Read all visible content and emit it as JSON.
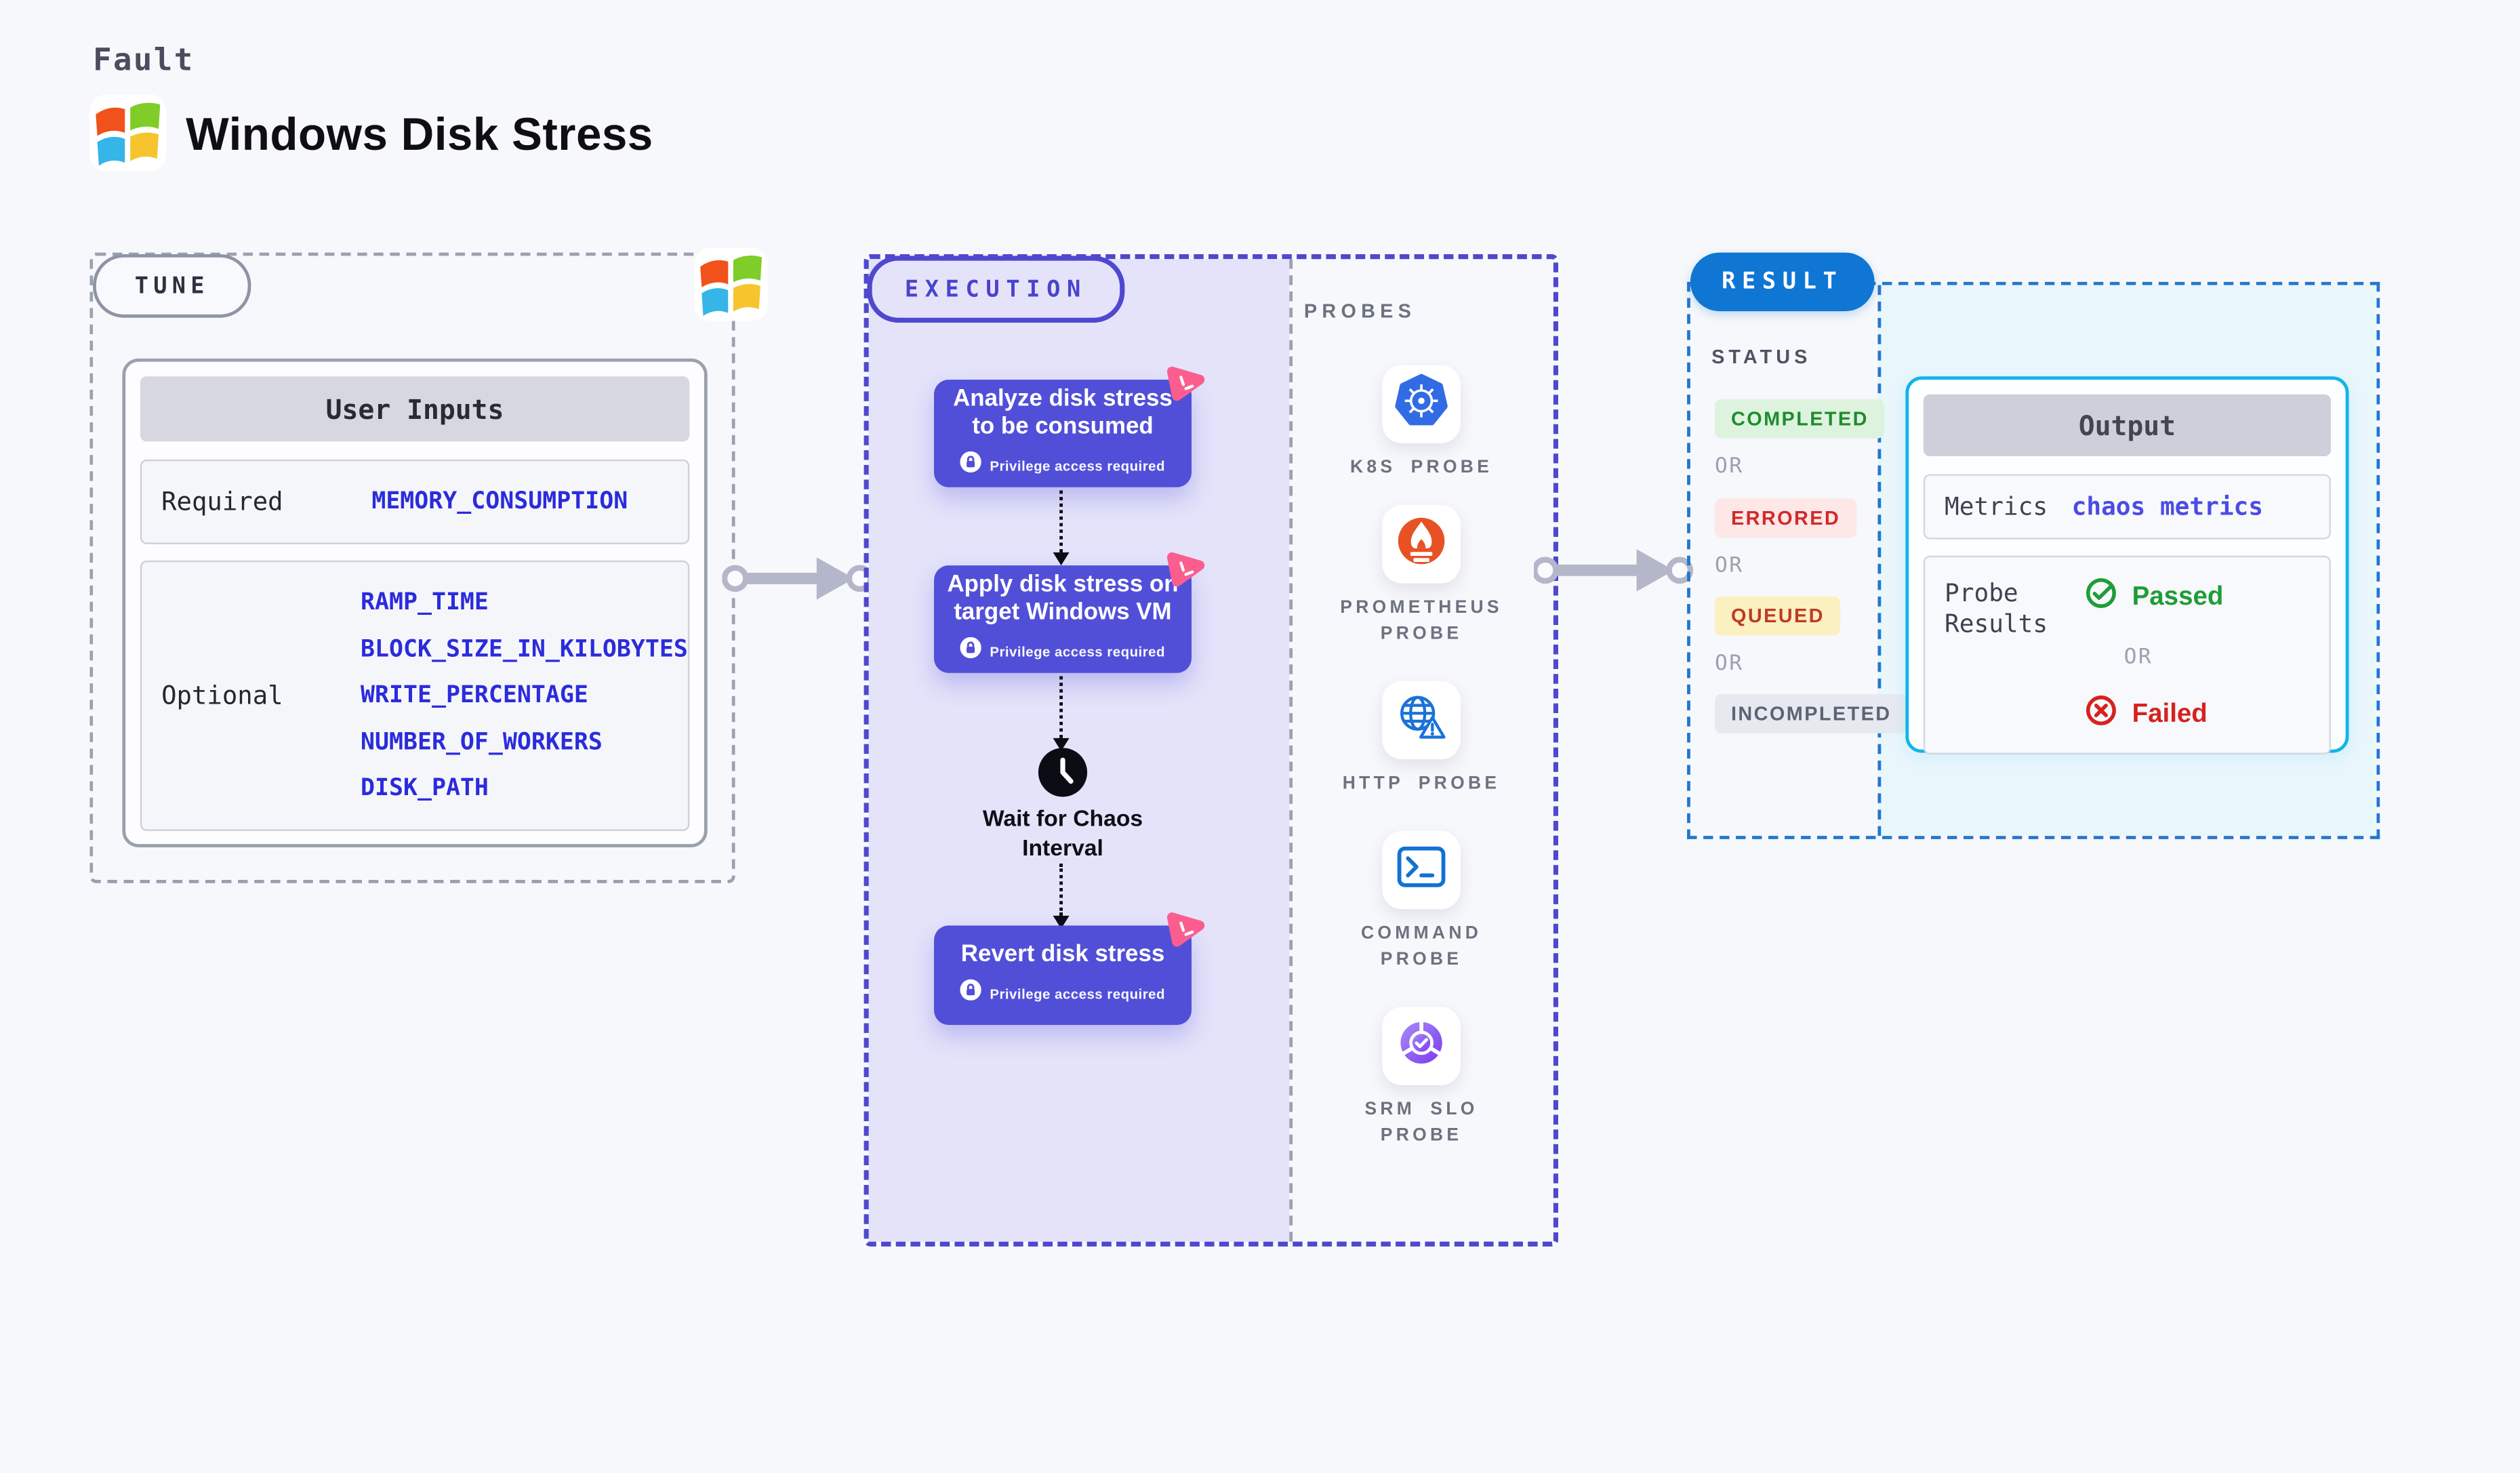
{
  "page": {
    "background": "#f7f8fb"
  },
  "header": {
    "kicker": "Fault",
    "title": "Windows Disk Stress"
  },
  "tune": {
    "pill": "TUNE",
    "table": {
      "header": "User Inputs",
      "required_label": "Required",
      "required_values": [
        "MEMORY_CONSUMPTION"
      ],
      "optional_label": "Optional",
      "optional_values": [
        "RAMP_TIME",
        "BLOCK_SIZE_IN_KILOBYTES",
        "WRITE_PERCENTAGE",
        "NUMBER_OF_WORKERS",
        "DISK_PATH"
      ]
    }
  },
  "execution": {
    "pill": "EXECUTION",
    "privilege_note": "Privilege access required",
    "steps": [
      {
        "title": "Analyze disk stress to be consumed"
      },
      {
        "title": "Apply disk stress on target Windows VM"
      },
      {
        "title": "Revert disk stress"
      }
    ],
    "wait_label": "Wait for Chaos Interval"
  },
  "probes": {
    "title": "PROBES",
    "items": [
      {
        "label": "K8S PROBE",
        "icon": "kubernetes-icon"
      },
      {
        "label": "PROMETHEUS PROBE",
        "icon": "prometheus-icon"
      },
      {
        "label": "HTTP PROBE",
        "icon": "http-globe-icon"
      },
      {
        "label": "COMMAND PROBE",
        "icon": "terminal-icon"
      },
      {
        "label": "SRM SLO PROBE",
        "icon": "slo-gauge-icon"
      }
    ]
  },
  "result": {
    "pill": "RESULT",
    "status_label": "STATUS",
    "separator": "OR",
    "statuses": [
      {
        "label": "COMPLETED",
        "fg": "#1e8c2f",
        "bg": "#def3de"
      },
      {
        "label": "ERRORED",
        "fg": "#d02a2a",
        "bg": "#fde7e7"
      },
      {
        "label": "QUEUED",
        "fg": "#bf3a27",
        "bg": "#fbf0c0"
      },
      {
        "label": "INCOMPLETED",
        "fg": "#5d6374",
        "bg": "#e7e9f0"
      }
    ],
    "output": {
      "header": "Output",
      "metrics_label": "Metrics",
      "metrics_value": "chaos metrics",
      "probe_results_label": "Probe Results",
      "passed": "Passed",
      "failed": "Failed",
      "separator": "OR",
      "passed_color": "#1f9d37",
      "failed_color": "#d6221f"
    }
  },
  "colors": {
    "step_card": "#514fd8",
    "execution_bg": "#e4e3fa",
    "execution_border": "#4f48cf",
    "result_blue": "#0f76d3",
    "result_dash": "#2277cf",
    "output_border": "#10b5e8",
    "output_bg": "#e9f6fc",
    "field_blue": "#2b2bdc",
    "pin_pink": "#fb5e8e",
    "arrow_gray": "#b4b7c9"
  }
}
